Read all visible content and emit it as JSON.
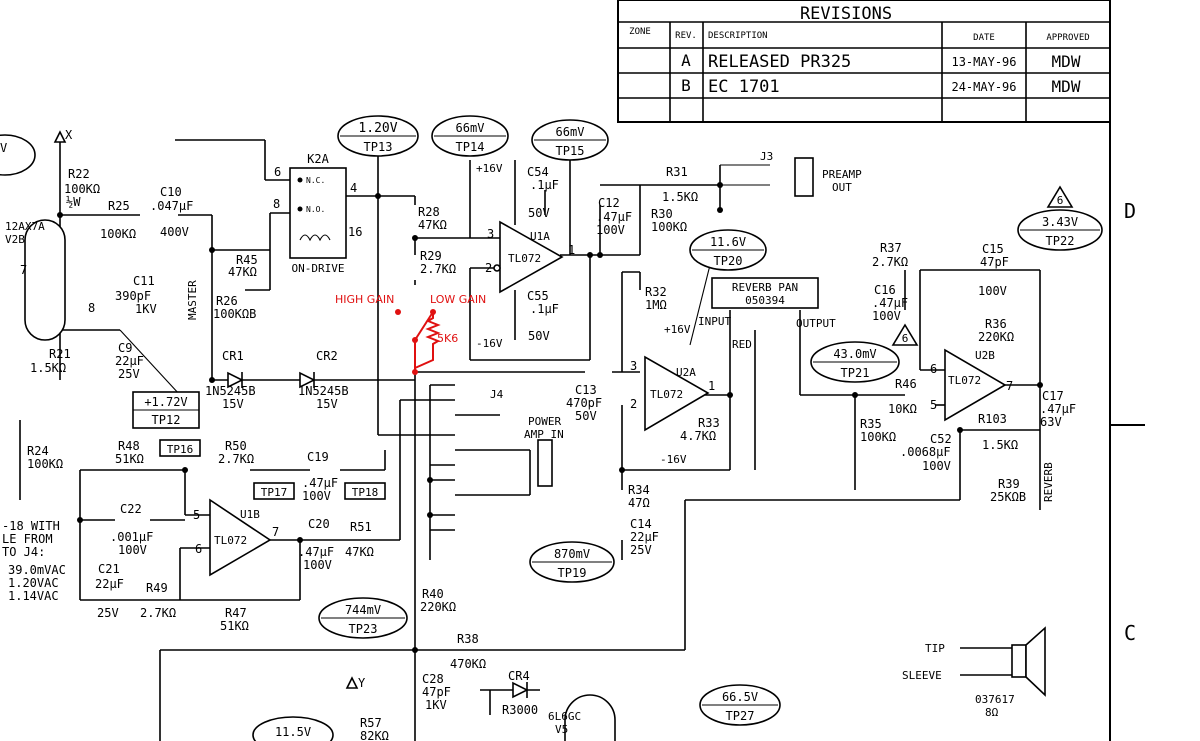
{
  "revisions": {
    "title": "REVISIONS",
    "headers": [
      "ZONE",
      "REV.",
      "DESCRIPTION",
      "DATE",
      "APPROVED"
    ],
    "rows": [
      {
        "zone": "",
        "rev": "A",
        "desc": "RELEASED PR325",
        "date": "13-MAY-96",
        "approved": "MDW"
      },
      {
        "zone": "",
        "rev": "B",
        "desc": "EC 1701",
        "date": "24-MAY-96",
        "approved": "MDW"
      }
    ]
  },
  "zones": [
    "D",
    "C"
  ],
  "testpoints": [
    {
      "v": "1.20V",
      "tp": "TP13"
    },
    {
      "v": "66mV",
      "tp": "TP14"
    },
    {
      "v": "66mV",
      "tp": "TP15"
    },
    {
      "v": "11.6V",
      "tp": "TP20"
    },
    {
      "v": "3.43V",
      "tp": "TP22"
    },
    {
      "v": "43.0mV",
      "tp": "TP21"
    },
    {
      "v": "870mV",
      "tp": "TP19"
    },
    {
      "v": "744mV",
      "tp": "TP23"
    },
    {
      "v": "66.5V",
      "tp": "TP27"
    },
    {
      "v": "11.5V",
      "tp": ""
    },
    {
      "v": "+1.72V",
      "tp": "TP12"
    }
  ],
  "tp_labels": {
    "tp16": "TP16",
    "tp17": "TP17",
    "tp18": "TP18"
  },
  "opamps": {
    "u1a": "U1A",
    "u1b": "U1B",
    "u2a": "U2A",
    "u2b": "U2B",
    "part": "TL072"
  },
  "relay": {
    "name": "K2A",
    "nc": "N.C.",
    "no": "N.O.",
    "label": "ON-DRIVE"
  },
  "tube": {
    "name": "12AX7A",
    "ref": "V2B"
  },
  "tube2": {
    "name": "6L6GC",
    "ref": "V5"
  },
  "components": {
    "r22": "R22",
    "r22v": "100KΩ",
    "r22w": "½W",
    "r25": "R25",
    "r25v": "100KΩ",
    "c10": "C10",
    "c10v": ".047µF",
    "c10w": "400V",
    "c11": "C11",
    "c11v": "390pF",
    "c11w": "1KV",
    "r45": "R45",
    "r45v": "47KΩ",
    "r26": "R26",
    "r26v": "100KΩB",
    "master": "MASTER",
    "r21": "R21",
    "r21v": "1.5KΩ",
    "c9": "C9",
    "c9v": "22µF",
    "c9w": "25V",
    "cr1": "CR1",
    "cr1v": "1N5245B",
    "cr1w": "15V",
    "cr2": "CR2",
    "cr2v": "1N5245B",
    "cr2w": "15V",
    "r28": "R28",
    "r28v": "47KΩ",
    "r29": "R29",
    "r29v": "2.7KΩ",
    "c54": "C54",
    "c54v": ".1µF",
    "c54w": "50V",
    "c55": "C55",
    "c55v": ".1µF",
    "c55w": "50V",
    "c12": "C12",
    "c12v": ".47µF",
    "c12w": "100V",
    "r30": "R30",
    "r30v": "100KΩ",
    "r31": "R31",
    "r31v": "1.5KΩ",
    "r32": "R32",
    "r32v": "1MΩ",
    "c13": "C13",
    "c13v": "470pF",
    "c13w": "50V",
    "r33": "R33",
    "r33v": "4.7KΩ",
    "r34": "R34",
    "r34v": "47Ω",
    "c14": "C14",
    "c14v": "22µF",
    "c14w": "25V",
    "r37": "R37",
    "r37v": "2.7KΩ",
    "c15": "C15",
    "c15v": "47pF",
    "c15w": "100V",
    "c16": "C16",
    "c16v": ".47µF",
    "c16w": "100V",
    "r36": "R36",
    "r36v": "220KΩ",
    "r46": "R46",
    "r46v": "10KΩ",
    "r35": "R35",
    "r35v": "100KΩ",
    "c52": "C52",
    "c52v": ".0068µF",
    "c52w": "100V",
    "r103": "R103",
    "r103v": "1.5KΩ",
    "r39": "R39",
    "r39v": "25KΩB",
    "reverb": "REVERB",
    "c17": "C17",
    "c17v": ".47µF",
    "c17w": "63V",
    "r48": "R48",
    "r48v": "51KΩ",
    "r50": "R50",
    "r50v": "2.7KΩ",
    "c19": "C19",
    "c19v": ".47µF",
    "c19w": "100V",
    "c22": "C22",
    "c22v": ".001µF",
    "c22w": "100V",
    "c20": "C20",
    "c20v": ".47µF",
    "c20w": "100V",
    "r51": "R51",
    "r51v": "47KΩ",
    "c21": "C21",
    "c21v": "22µF",
    "c21w": "25V",
    "r49": "R49",
    "r49v": "2.7KΩ",
    "r47": "R47",
    "r47v": "51KΩ",
    "r24": "R24",
    "r24v": "100KΩ",
    "r40": "R40",
    "r40v": "220KΩ",
    "r38": "R38",
    "r38v": "470KΩ",
    "c28": "C28",
    "c28v": "47pF",
    "c28w": "1KV",
    "cr4": "CR4",
    "r3000": "R3000",
    "r57": "R57",
    "r57v": "82KΩ",
    "part050394": "050394",
    "part037617": "037617",
    "spk_ohm": "8Ω"
  },
  "labels": {
    "preamp_out": [
      "PREAMP",
      "OUT"
    ],
    "j3": "J3",
    "j4": "J4",
    "power_amp_in": [
      "POWER",
      "AMP IN"
    ],
    "reverb_pan": "REVERB PAN",
    "input": "INPUT",
    "output": "OUTPUT",
    "red": "RED",
    "plus16": "+16V",
    "minus16": "-16V",
    "tip": "TIP",
    "sleeve": "SLEEVE",
    "x": "X",
    "y": "Y",
    "left_note": [
      "-18 WITH",
      "LE FROM",
      "TO J4:",
      "39.0mVAC",
      "1.20VAC",
      "1.14VAC"
    ],
    "high_gain": "HIGH GAIN",
    "low_gain": "LOW GAIN",
    "mod_res": "5K6",
    "tri_note": "6",
    "pins": {
      "p6": "6",
      "p4": "4",
      "p8": "8",
      "p16": "16",
      "p3": "3",
      "p2": "2",
      "p1": "1",
      "p5": "5",
      "p7": "7"
    }
  }
}
